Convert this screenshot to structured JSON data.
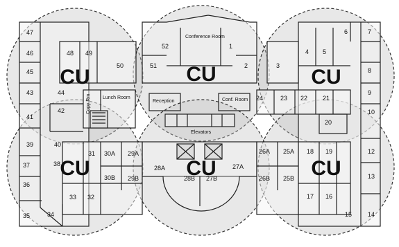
{
  "colors": {
    "coverage_fill": "#bdbdbd",
    "coverage_stroke": "#333333",
    "wall": "#222222",
    "room_fill": "#f3f3f3",
    "text": "#111111"
  },
  "coverage_units": [
    {
      "id": "cu-1",
      "label": "CU"
    },
    {
      "id": "cu-2",
      "label": "CU"
    },
    {
      "id": "cu-3",
      "label": "CU"
    },
    {
      "id": "cu-4",
      "label": "CU"
    },
    {
      "id": "cu-5",
      "label": "CU"
    },
    {
      "id": "cu-6",
      "label": "CU"
    }
  ],
  "rooms": [
    "47",
    "46",
    "45",
    "43",
    "44",
    "42",
    "41",
    "39",
    "40",
    "37",
    "38",
    "36",
    "35",
    "34",
    "48",
    "49",
    "50",
    "31",
    "30A",
    "29A",
    "30B",
    "29B",
    "33",
    "32",
    "52",
    "1",
    "2",
    "51",
    "3",
    "4",
    "5",
    "6",
    "7",
    "8",
    "9",
    "10",
    "24",
    "23",
    "22",
    "21",
    "20",
    "26A",
    "25A",
    "18",
    "19",
    "12",
    "26B",
    "25B",
    "13",
    "17",
    "16",
    "15",
    "14",
    "28A",
    "28B",
    "27B",
    "27A"
  ],
  "labels": {
    "conference_room": "Conference Room",
    "lunch_room": "Lunch Room",
    "reception": "Reception",
    "conf_room": "Conf. Room",
    "copy_rm": "Copy Rm",
    "elevators": "Elevators"
  }
}
